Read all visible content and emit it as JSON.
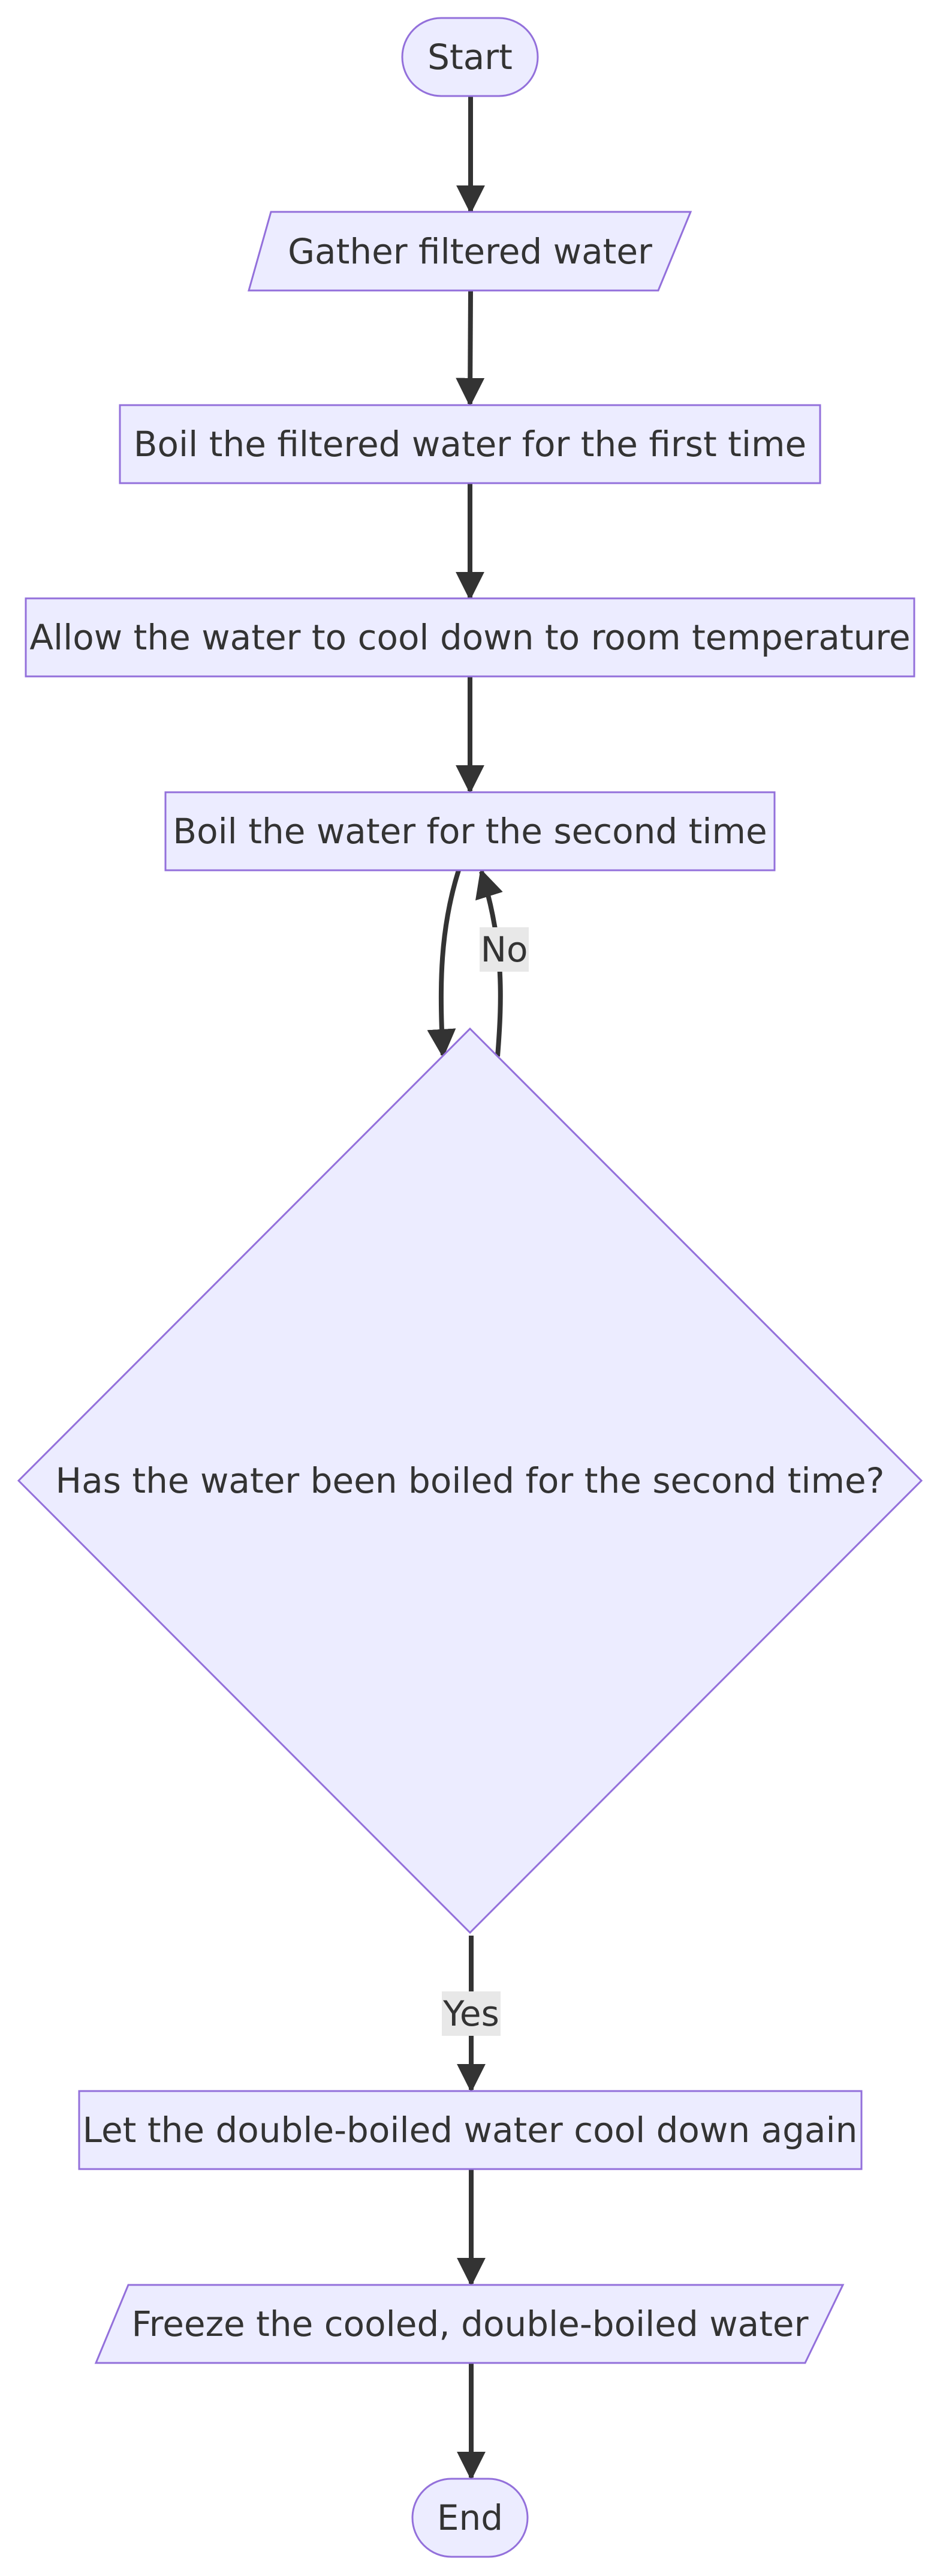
{
  "diagram": {
    "nodes": {
      "start": "Start",
      "gather": "Gather filtered water",
      "boil_first": "Boil the filtered water for the first time",
      "cool_room": "Allow the water to cool down to room temperature",
      "boil_second": "Boil the water for the second time",
      "decision": "Has the water been boiled for the second time?",
      "cool_again": "Let the double-boiled water cool down again",
      "freeze": "Freeze the cooled, double-boiled water",
      "end": "End"
    },
    "edges": {
      "no_label": "No",
      "yes_label": "Yes"
    },
    "colors": {
      "node_fill": "#ececff",
      "node_stroke": "#9370db",
      "edge": "#333333",
      "label_bg": "#e8e8e8"
    }
  }
}
